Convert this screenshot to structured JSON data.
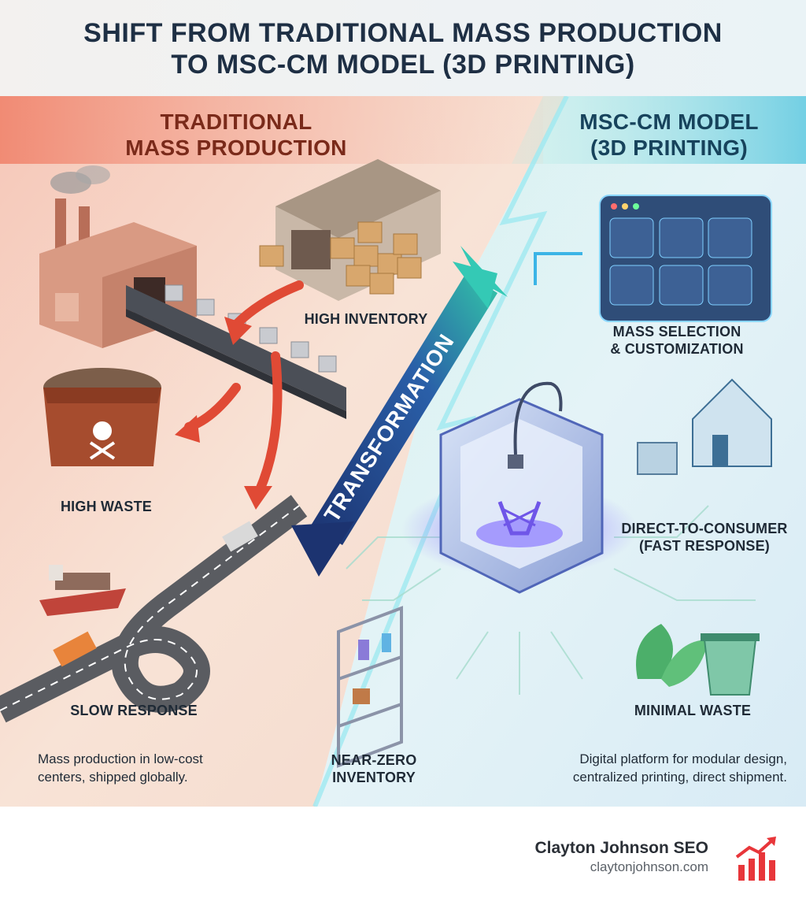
{
  "header": {
    "title_line1": "SHIFT FROM TRADITIONAL MASS PRODUCTION",
    "title_line2": "TO MSC-CM MODEL (3D PRINTING)"
  },
  "left": {
    "title_line1": "TRADITIONAL",
    "title_line2": "MASS PRODUCTION",
    "labels": {
      "inventory": "HIGH INVENTORY",
      "waste": "HIGH WASTE",
      "response": "SLOW RESPONSE"
    },
    "description_line1": "Mass production in low-cost",
    "description_line2": "centers, shipped globally."
  },
  "center": {
    "arrow_label": "TRANSFORMATION"
  },
  "right": {
    "title_line1": "MSC-CM MODEL",
    "title_line2": "(3D PRINTING)",
    "labels": {
      "selection_line1": "MASS SELECTION",
      "selection_line2": "& CUSTOMIZATION",
      "dtc_line1": "DIRECT-TO-CONSUMER",
      "dtc_line2": "(FAST RESPONSE)",
      "waste": "MINIMAL WASTE",
      "inventory_line1": "NEAR-ZERO",
      "inventory_line2": "INVENTORY"
    },
    "description_line1": "Digital platform for modular design,",
    "description_line2": "centralized printing, direct shipment."
  },
  "footer": {
    "brand_name": "Clayton Johnson SEO",
    "brand_url": "claytonjohnson.com"
  },
  "colors": {
    "left_accent": "#e8573f",
    "right_accent": "#2fb6d6",
    "arrow_dark": "#1f3f7a",
    "title": "#1e2f44"
  }
}
